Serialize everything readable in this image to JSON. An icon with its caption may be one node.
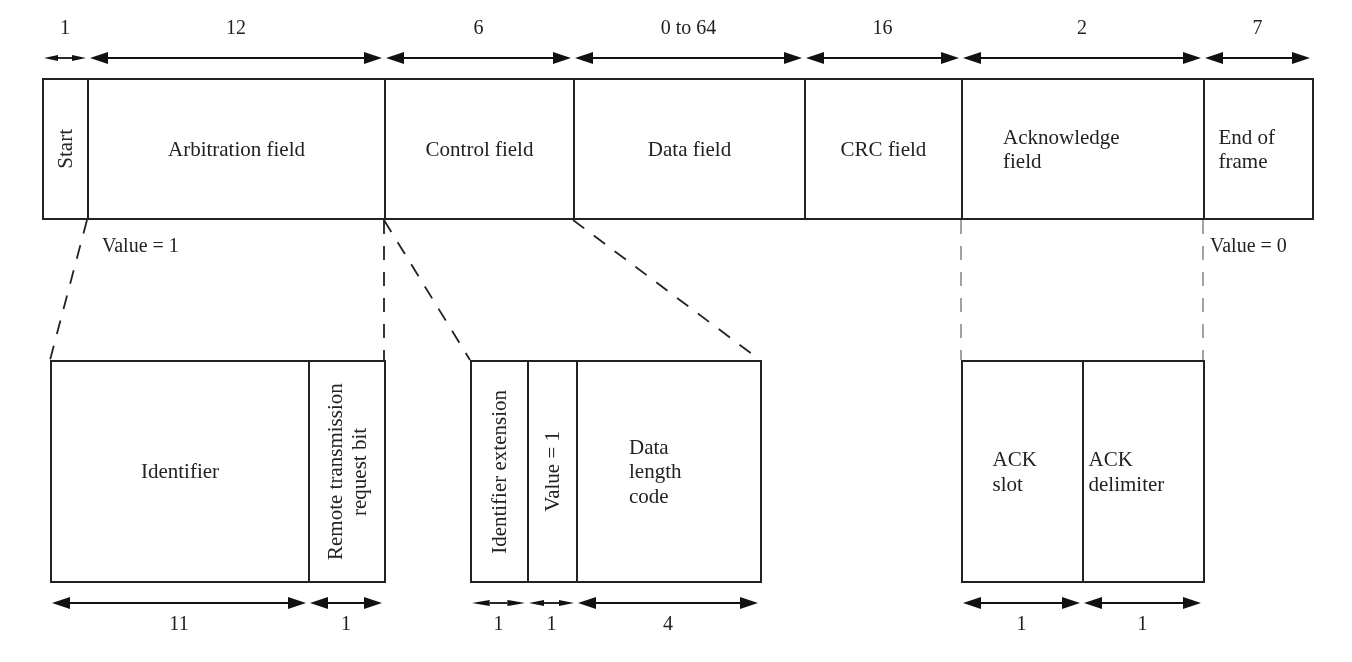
{
  "diagram": {
    "nodes": [
      {
        "text": [
          "Start"
        ],
        "beside": [
          "Value = 1"
        ]
      },
      {
        "text": [
          "Arbitration field"
        ]
      },
      {
        "text": [
          "Control field"
        ]
      },
      {
        "text": [
          "Data field"
        ]
      },
      {
        "text": [
          "CRC field"
        ]
      },
      {
        "text": [
          "Acknowledge field"
        ]
      },
      {
        "text": [
          "End of frame"
        ],
        "beside": [
          "Value = 0"
        ]
      },
      {
        "text": [
          "Identifier"
        ]
      },
      {
        "text": [
          "Remote transmission request bit"
        ]
      },
      {
        "text": [
          "Identifier extension"
        ]
      },
      {
        "text": [
          "Value = 1"
        ]
      },
      {
        "text": [
          "Data length code"
        ]
      },
      {
        "text": [
          "ACK slot"
        ]
      },
      {
        "text": [
          "ACK delimiter"
        ]
      }
    ],
    "edges": [
      {
        "from": 1,
        "to": 7,
        "arrow": "none",
        "style": "dashed"
      },
      {
        "from": 1,
        "to": 8,
        "arrow": "none",
        "style": "dashed"
      },
      {
        "from": 2,
        "to": 9,
        "arrow": "none",
        "style": "dashed"
      },
      {
        "from": 3,
        "to": 11,
        "arrow": "none",
        "style": "dashed"
      },
      {
        "from": 5,
        "to": 12,
        "arrow": "none",
        "style": "dashed",
        "color": "#999999"
      },
      {
        "from": 6,
        "to": 13,
        "arrow": "none",
        "style": "dashed",
        "color": "#999999"
      }
    ],
    "labels": [
      "1",
      "12",
      "6",
      "0 to 64",
      "16",
      "2",
      "7",
      "11",
      "1",
      "1",
      "1",
      "4",
      "1",
      "1"
    ]
  }
}
